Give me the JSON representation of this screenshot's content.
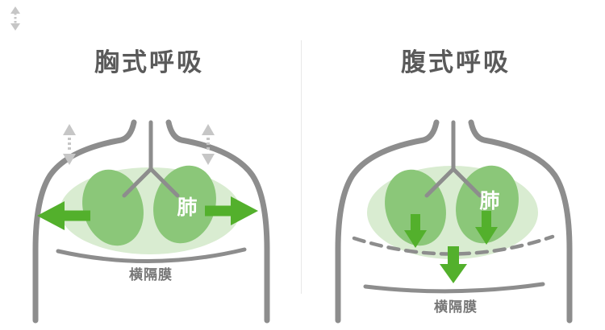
{
  "panels": {
    "left": {
      "title": "胸式呼吸",
      "lung_label": "肺",
      "diaphragm_label": "横隔膜"
    },
    "right": {
      "title": "腹式呼吸",
      "lung_label": "肺",
      "diaphragm_label": "横隔膜"
    }
  },
  "icons": {
    "watermark": "double-arrow-up-down-icon",
    "left_panel": [
      "shoulder-up-down-arrow-icon",
      "shoulder-up-down-arrow-icon",
      "expand-left-arrow-icon",
      "expand-right-arrow-icon"
    ],
    "right_panel": [
      "lung-down-arrow-icon",
      "lung-down-arrow-icon",
      "diaphragm-down-arrow-icon"
    ]
  },
  "colors": {
    "background": "#ffffff",
    "title_text": "#5a5a5a",
    "body_gray": "#8d8d8d",
    "light_gray": "#c6c6c6",
    "lung_green": "#8bc779",
    "halo_green": "#d9ecd1",
    "arrow_green": "#53b02c",
    "label_gray": "#777777",
    "lung_label_white": "#ffffff",
    "divider": "#e8e8e8"
  }
}
